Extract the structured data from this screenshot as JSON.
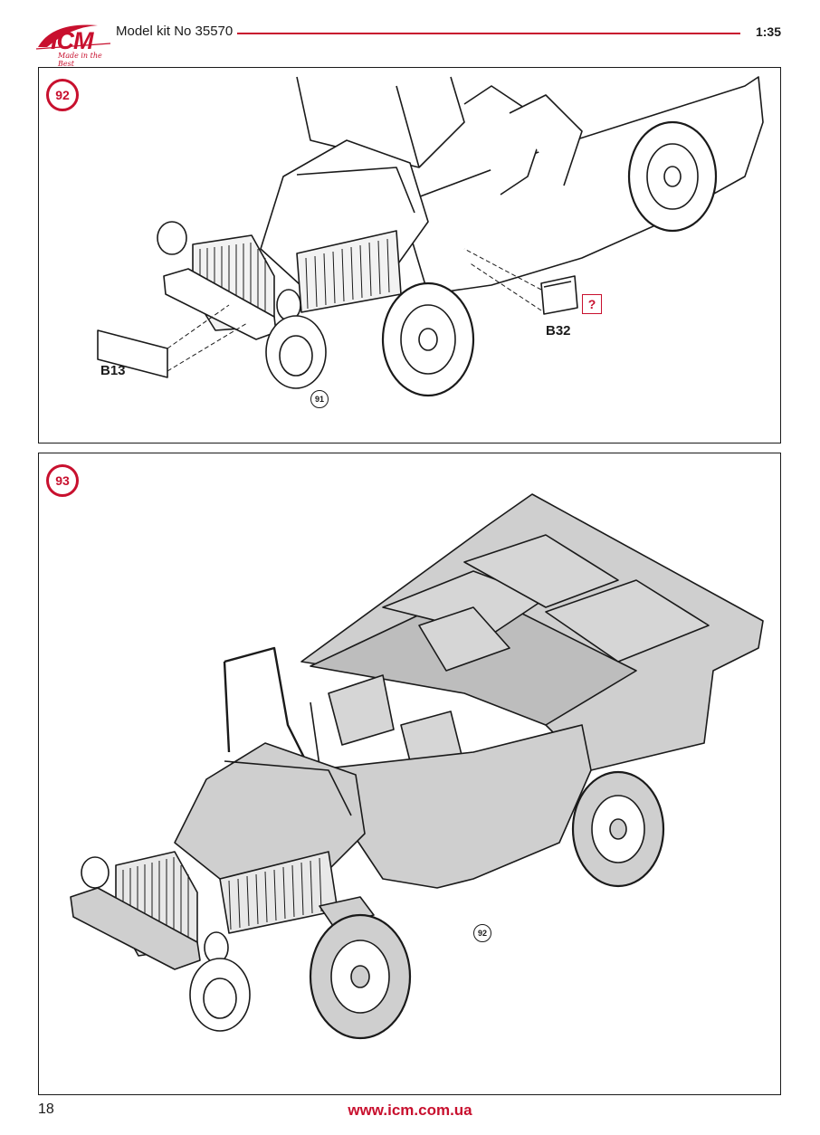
{
  "header": {
    "logo_text": "ICM",
    "logo_slogan": "Made in the Best",
    "kit_title": "Model kit No 35570",
    "scale": "1:35"
  },
  "steps": [
    {
      "number": "92",
      "parts": [
        "B13",
        "B32"
      ],
      "attention_marker": "?",
      "ref_step": "91"
    },
    {
      "number": "93",
      "ref_step": "92"
    }
  ],
  "footer": {
    "page_number": "18",
    "url": "www.icm.com.ua"
  },
  "colors": {
    "brand_red": "#c8102e",
    "line": "#1a1a1a",
    "vehicle_fill": "#cfcfcf"
  }
}
